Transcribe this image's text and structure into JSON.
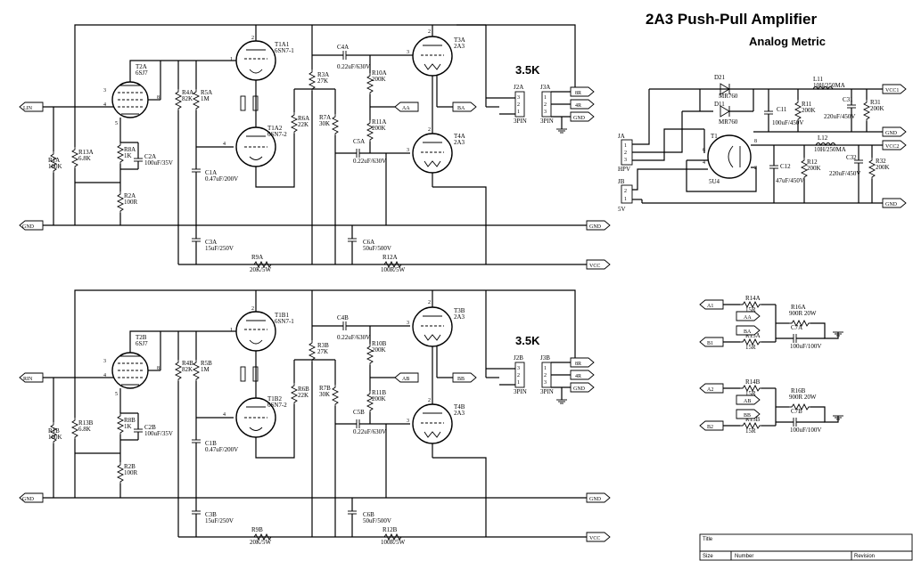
{
  "title": "2A3 Push-Pull Amplifier",
  "subtitle": "Analog Metric",
  "impedance": "3.5K",
  "ports": {
    "lin": "LIN",
    "rin": "RIN",
    "gnd": "GND",
    "vcc": "VCC",
    "vcc1": "VCC1",
    "vcc2": "VCC2",
    "8r": "8R",
    "4r": "4R",
    "aa": "AA",
    "ba": "BA",
    "ab": "AB",
    "bb": "BB",
    "a1": "A1",
    "b1": "B1",
    "a2": "A2",
    "b2": "B2"
  },
  "channel_a": {
    "t2": "T2A",
    "t2_type": "6SJ7",
    "t1a": "T1A1",
    "t1a_type": "6SN7-1",
    "t1b": "T1A2",
    "t1b_type": "6SN7-2",
    "t3": "T3A",
    "t3_type": "2A3",
    "t4": "T4A",
    "t4_type": "2A3",
    "r1": "R1A",
    "r1v": "100K",
    "r13": "R13A",
    "r13v": "6.8K",
    "r8": "R8A",
    "r8v": "1K",
    "c2": "C2A",
    "c2v": "100uF/35V",
    "r2": "R2A",
    "r2v": "100R",
    "r4": "R4A",
    "r4v": "82K",
    "r5": "R5A",
    "r5v": "1M",
    "c1": "C1A",
    "c1v": "0.47uF/200V",
    "c3": "C3A",
    "c3v": "15uF/250V",
    "r9": "R9A",
    "r9v": "20K/5W",
    "r3": "R3A",
    "r3v": "27K",
    "r6": "R6A",
    "r6v": "22K",
    "r7": "R7A",
    "r7v": "30K",
    "c4": "C4A",
    "c4v": "0.22uF/630V",
    "c5": "C5A",
    "c5v": "0.22uF/630V",
    "r10": "R10A",
    "r10v": "200K",
    "r11": "R11A",
    "r11v": "200K",
    "c6": "C6A",
    "c6v": "50uF/500V",
    "r12": "R12A",
    "r12v": "100R/5W",
    "j2": "J2A",
    "j3": "J3A",
    "pin3": "3PIN"
  },
  "channel_b": {
    "t2": "T2B",
    "t2_type": "6SJ7",
    "t1a": "T1B1",
    "t1a_type": "6SN7-1",
    "t1b": "T1B2",
    "t1b_type": "6SN7-2",
    "t3": "T3B",
    "t3_type": "2A3",
    "t4": "T4B",
    "t4_type": "2A3",
    "r1": "R1B",
    "r1v": "100K",
    "r13": "R13B",
    "r13v": "6.8K",
    "r8": "R8B",
    "r8v": "1K",
    "c2": "C2B",
    "c2v": "100uF/35V",
    "r2": "R2B",
    "r2v": "100R",
    "r4": "R4B",
    "r4v": "82K",
    "r5": "R5B",
    "r5v": "1M",
    "c1": "C1B",
    "c1v": "0.47uF/200V",
    "c3": "C3B",
    "c3v": "15uF/250V",
    "r9": "R9B",
    "r9v": "20K/5W",
    "r3": "R3B",
    "r3v": "27K",
    "r6": "R6B",
    "r6v": "22K",
    "r7": "R7B",
    "r7v": "30K",
    "c4": "C4B",
    "c4v": "0.22uF/630V",
    "c5": "C5B",
    "c5v": "0.22uF/630V",
    "r10": "R10B",
    "r10v": "200K",
    "r11": "R11B",
    "r11v": "200K",
    "c6": "C6B",
    "c6v": "50uF/500V",
    "r12": "R12B",
    "r12v": "100R/5W",
    "j2": "J2B",
    "j3": "J3B",
    "pin3": "3PIN"
  },
  "psu": {
    "d21": "D21",
    "d11": "D11",
    "dv": "MR760",
    "dv2": "MR760",
    "l11": "L11",
    "l11v": "10H/250MA",
    "l12": "L12",
    "l12v": "10H/250MA",
    "c11": "C11",
    "c11v": "100uF/450V",
    "c12": "C12",
    "c12v": "47uF/450V",
    "c31": "C31",
    "c31v": "220uF/450V",
    "c32": "C32",
    "c32v": "220uF/450V",
    "r11": "R11",
    "r11v": "200K",
    "r12": "R12",
    "r12v": "200K",
    "r31": "R31",
    "r31v": "200K",
    "r32": "R32",
    "r32v": "200K",
    "t1": "T1",
    "t1v": "5U4",
    "ja": "JA",
    "jav": "HPV",
    "jb": "JB",
    "jbv": "5V"
  },
  "bias_a": {
    "r14": "R14A",
    "r14v": "15R",
    "r15": "R15A",
    "r15v": "15R",
    "r16": "R16A",
    "r16v": "900R 20W",
    "c7": "C7A",
    "c7v": "100uF/100V"
  },
  "bias_b": {
    "r14": "R14B",
    "r14v": "15R",
    "r15": "R15B",
    "r15v": "15R",
    "r16": "R16B",
    "r16v": "900R 20W",
    "c7": "C7B",
    "c7v": "100uF/100V"
  },
  "titleblock": {
    "title": "Title",
    "size": "Size",
    "number": "Number",
    "revision": "Revision"
  }
}
